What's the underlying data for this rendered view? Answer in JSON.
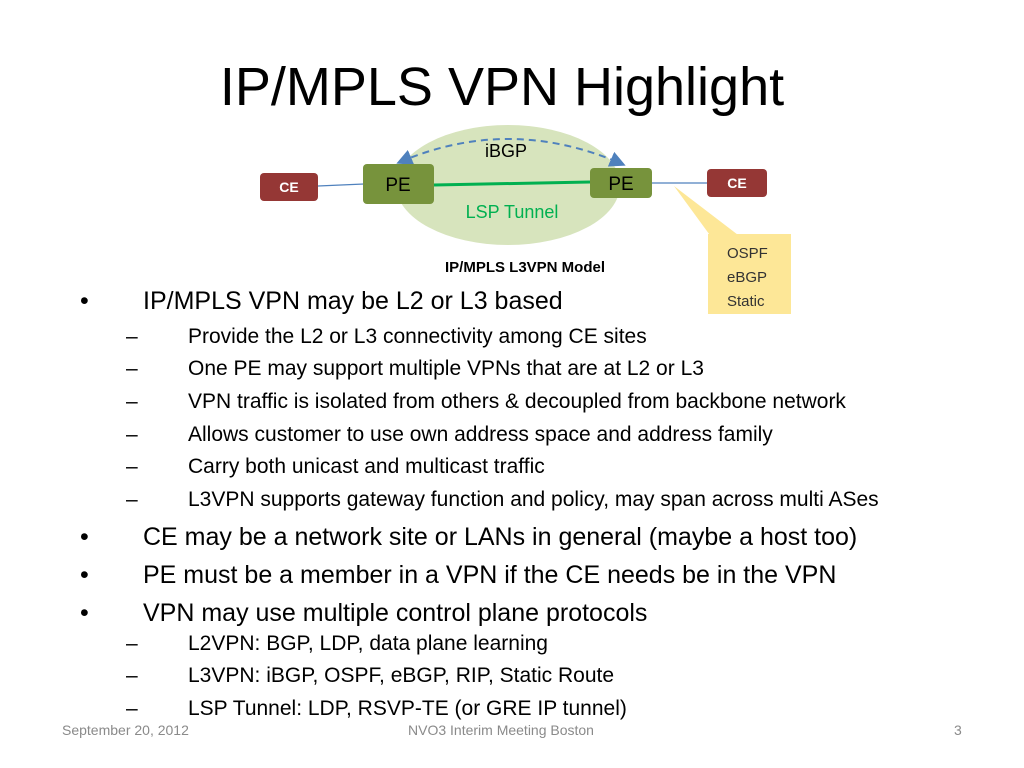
{
  "slide": {
    "title": "IP/MPLS VPN Highlight"
  },
  "diagram": {
    "ibgp_label": "iBGP",
    "lsp_label": "LSP Tunnel",
    "ce_left": "CE",
    "ce_right": "CE",
    "pe_left": "PE",
    "pe_right": "PE",
    "callout_lines": [
      "OSPF",
      "eBGP",
      "Static"
    ],
    "caption": "IP/MPLS L3VPN Model",
    "colors": {
      "ellipse": "#d7e4bd",
      "pe": "#77933c",
      "ce": "#953735",
      "lsp": "#00b050",
      "ibgp_arrow": "#4f81bd",
      "link": "#4f81bd",
      "callout": "#fde797"
    }
  },
  "bullets": [
    {
      "level": 1,
      "marker": "•",
      "text": "IP/MPLS VPN may be L2 or L3 based"
    },
    {
      "level": 2,
      "marker": "–",
      "text": "Provide the L2 or L3 connectivity among CE sites"
    },
    {
      "level": 2,
      "marker": "–",
      "text": "One PE may support multiple VPNs that are at L2 or L3"
    },
    {
      "level": 2,
      "marker": "–",
      "text": "VPN traffic is isolated from others & decoupled from backbone network"
    },
    {
      "level": 2,
      "marker": "–",
      "text": "Allows customer to use own address space and address family"
    },
    {
      "level": 2,
      "marker": "–",
      "text": "Carry both unicast and multicast traffic"
    },
    {
      "level": 2,
      "marker": "–",
      "text": "L3VPN supports gateway function and policy, may span across multi ASes"
    },
    {
      "level": 1,
      "marker": "•",
      "text": "CE may be a network site or LANs in general  (maybe a host too)"
    },
    {
      "level": 1,
      "marker": "•",
      "text": "PE must be a member in a VPN if the CE needs be in the VPN"
    },
    {
      "level": 1,
      "marker": "•",
      "text": "VPN may use multiple control plane protocols"
    },
    {
      "level": 2,
      "marker": "–",
      "text": "L2VPN: BGP, LDP, data plane learning"
    },
    {
      "level": 2,
      "marker": "–",
      "text": "L3VPN: iBGP, OSPF, eBGP, RIP, Static Route"
    },
    {
      "level": 2,
      "marker": "–",
      "text": "LSP Tunnel: LDP, RSVP-TE  (or GRE IP tunnel)"
    }
  ],
  "footer": {
    "date": "September 20, 2012",
    "event": "NVO3 Interim Meeting Boston",
    "page": "3"
  }
}
